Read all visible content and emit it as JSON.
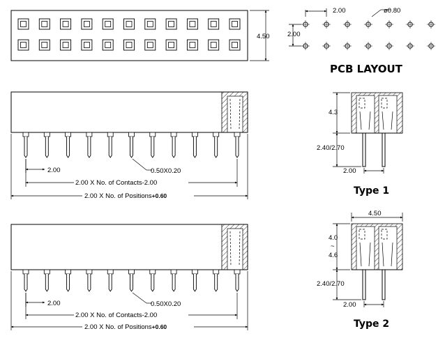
{
  "pcb_layout": {
    "title": "PCB LAYOUT",
    "pitch_x": "2.00",
    "pitch_y": "2.00",
    "hole_diameter": "ø0.80"
  },
  "top_view": {
    "height_label": "4.50",
    "columns": 11,
    "rows": 2
  },
  "type1": {
    "title": "Type 1",
    "height_label": "4.3",
    "pin_length_label": "2.40/2.70",
    "pitch_label": "2.00"
  },
  "type2": {
    "title": "Type 2",
    "width_label": "4.50",
    "height_label_top": "4.0",
    "height_label_sep": "~",
    "height_label_bottom": "4.6",
    "pin_length_label": "2.40/2.70",
    "pitch_label": "2.00"
  },
  "side_view_1": {
    "pitch_label": "2.00",
    "pin_label": "0.50X0.20",
    "contacts_label": "2.00 X No. of Contacts-2.00",
    "positions_label": "2.00 X No. of Positions",
    "positions_extra": "+0.60",
    "pins": 11
  },
  "side_view_2": {
    "pitch_label": "2.00",
    "pin_label": "0.50X0.20",
    "contacts_label": "2.00 X No. of Contacts-2.00",
    "positions_label": "2.00 X No. of Positions",
    "positions_extra": "+0.60",
    "pins": 11
  }
}
